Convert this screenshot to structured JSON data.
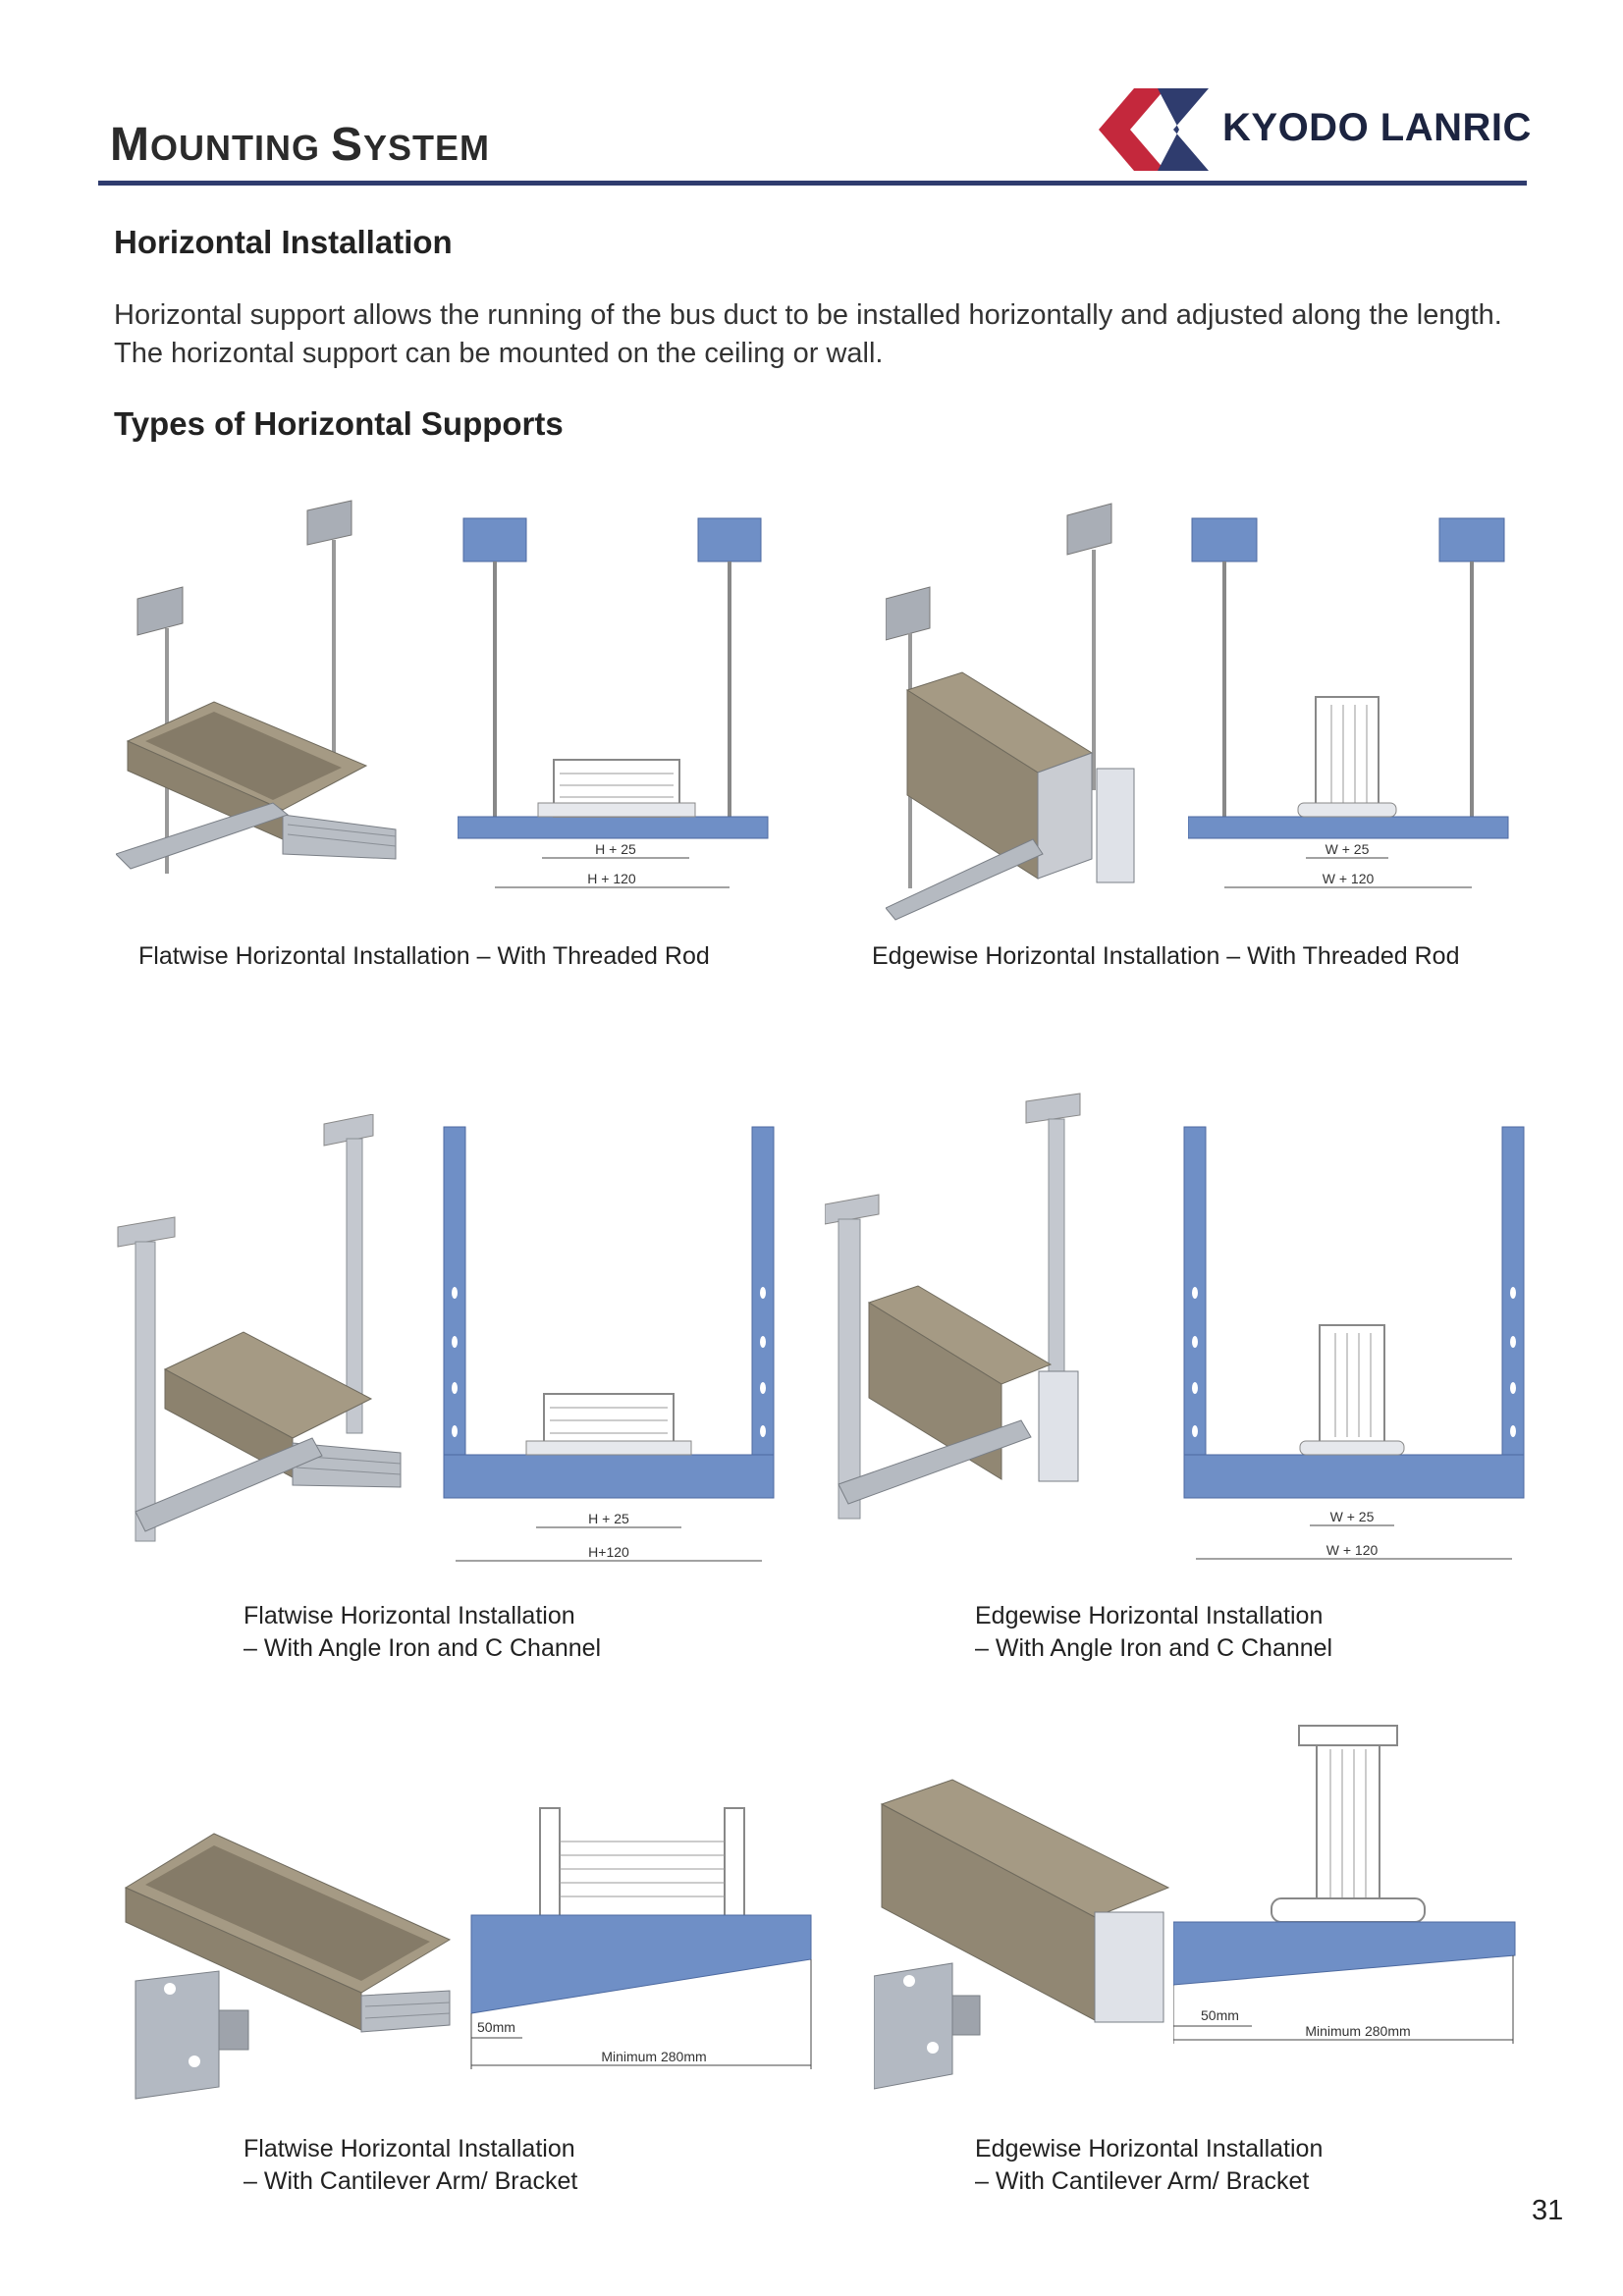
{
  "header": {
    "title_cap1": "M",
    "title_rest1": "OUNTING ",
    "title_cap2": "S",
    "title_rest2": "YSTEM",
    "brand": "KYODO LANRIC"
  },
  "section": {
    "heading": "Horizontal Installation",
    "paragraph": "Horizontal support allows the running of the bus duct to be installed horizontally and adjusted along the length. The horizontal support can be mounted on the ceiling or wall.",
    "subheading": "Types of Horizontal Supports"
  },
  "figures": {
    "fig1": {
      "caption": "Flatwise Horizontal Installation – With Threaded Rod",
      "dim_inner": "H + 25",
      "dim_outer": "H + 120"
    },
    "fig2": {
      "caption": "Edgewise Horizontal Installation – With Threaded Rod",
      "dim_inner": "W + 25",
      "dim_outer": "W + 120"
    },
    "fig3": {
      "caption_line1": "Flatwise Horizontal Installation",
      "caption_line2": "– With Angle Iron and C Channel",
      "dim_inner": "H + 25",
      "dim_outer": "H+120"
    },
    "fig4": {
      "caption_line1": "Edgewise Horizontal Installation",
      "caption_line2": "– With Angle Iron and C Channel",
      "dim_inner": "W + 25",
      "dim_outer": "W + 120"
    },
    "fig5": {
      "caption_line1": "Flatwise Horizontal Installation",
      "caption_line2": "– With Cantilever Arm/ Bracket",
      "dim_small": "50mm",
      "dim_large": "Minimum 280mm"
    },
    "fig6": {
      "caption_line1": "Edgewise Horizontal Installation",
      "caption_line2": "– With Cantilever Arm/ Bracket",
      "dim_small": "50mm",
      "dim_large": "Minimum 280mm"
    }
  },
  "page_number": "31",
  "colors": {
    "rule": "#2f3c6e",
    "logo_red": "#c4283c",
    "logo_navy": "#2f3c6e",
    "bracket_blue": "#6f8fc6",
    "duct": "#a59a84",
    "steel": "#bfc4cc"
  }
}
